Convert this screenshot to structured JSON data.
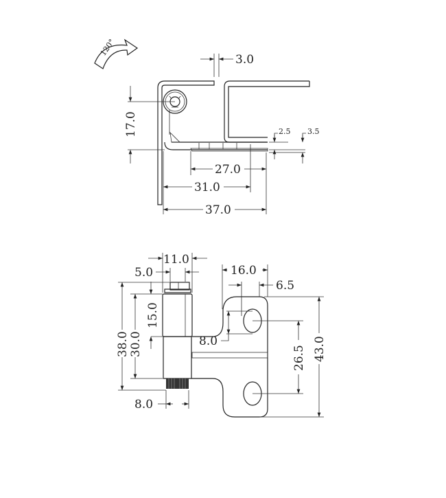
{
  "top_view": {
    "rotation_label": "120°",
    "dims": {
      "gap": "3.0",
      "height": "17.0",
      "plate_len": "27.0",
      "mid_len": "31.0",
      "total_len": "37.0",
      "t1": "2.5",
      "t2": "3.5"
    }
  },
  "front_view": {
    "dims": {
      "barrel_w": "11.0",
      "pin_w": "5.0",
      "leaf_w": "16.0",
      "hole_off": "6.5",
      "upper_h": "15.0",
      "total_h": "38.0",
      "barrel_h": "30.0",
      "slot_h": "8.0",
      "hole_pitch": "26.5",
      "leaf_h": "43.0",
      "knurl_w": "8.0"
    }
  }
}
